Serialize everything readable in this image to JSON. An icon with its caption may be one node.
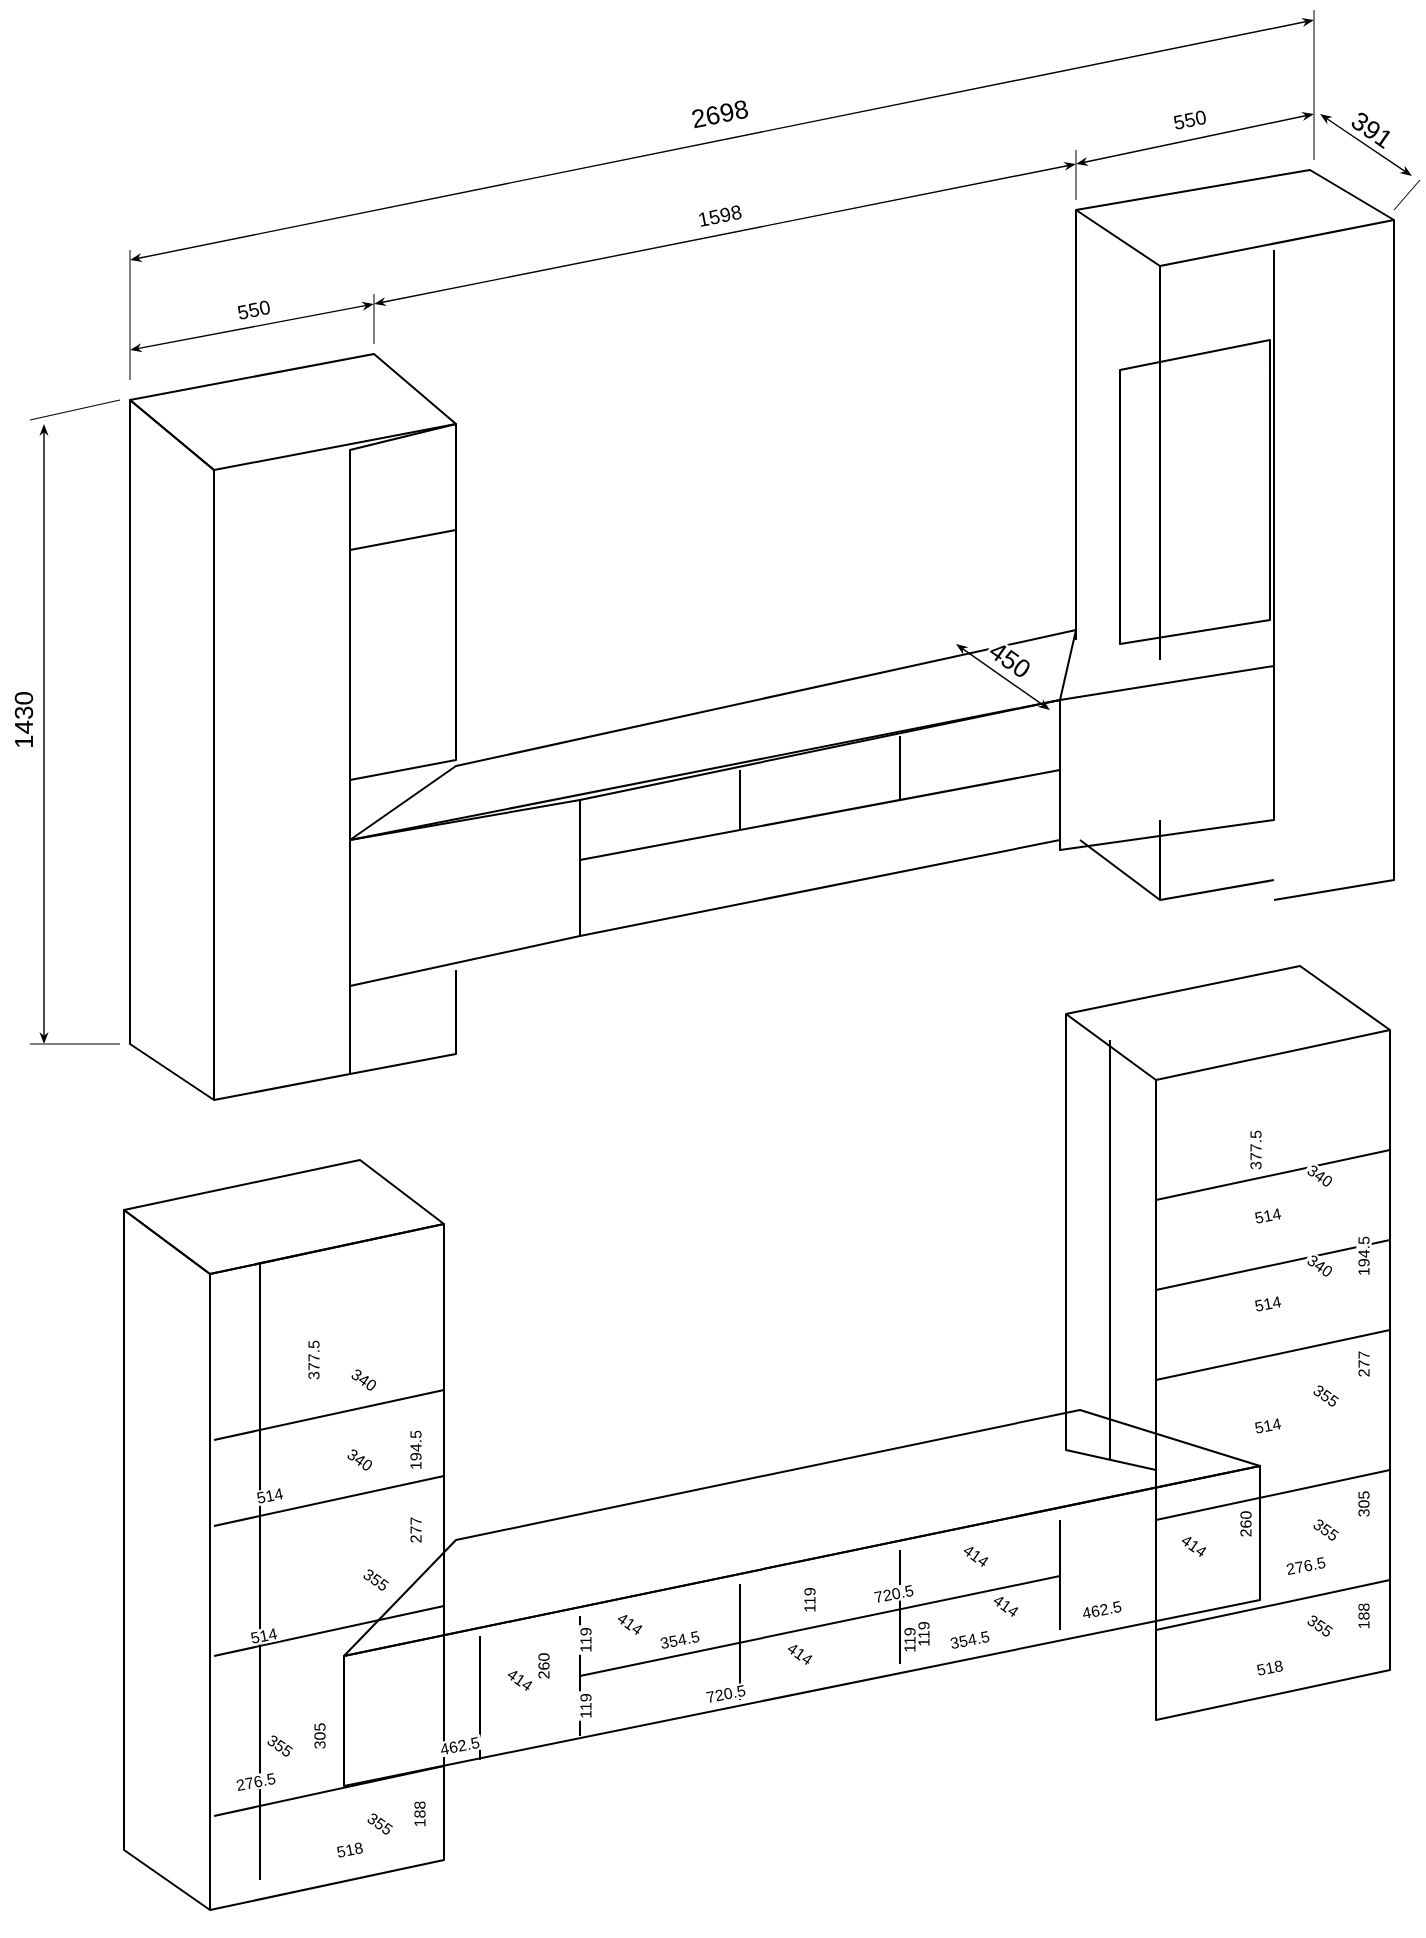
{
  "diagram": {
    "labels": [
      "2698",
      "550",
      "1598",
      "550",
      "391",
      "1430",
      "450",
      "377.5",
      "340",
      "340",
      "194.5",
      "514",
      "277",
      "355",
      "514",
      "305",
      "355",
      "276.5",
      "188",
      "355",
      "518",
      "377.5",
      "340",
      "514",
      "340",
      "194.5",
      "514",
      "277",
      "355",
      "514",
      "305",
      "260",
      "355",
      "414",
      "276.5",
      "462.5",
      "188",
      "355",
      "518",
      "119",
      "414",
      "354.5",
      "119",
      "720.5",
      "414",
      "119",
      "414",
      "260",
      "119",
      "720.5",
      "462.5",
      "414",
      "414",
      "354.5",
      "119"
    ]
  }
}
